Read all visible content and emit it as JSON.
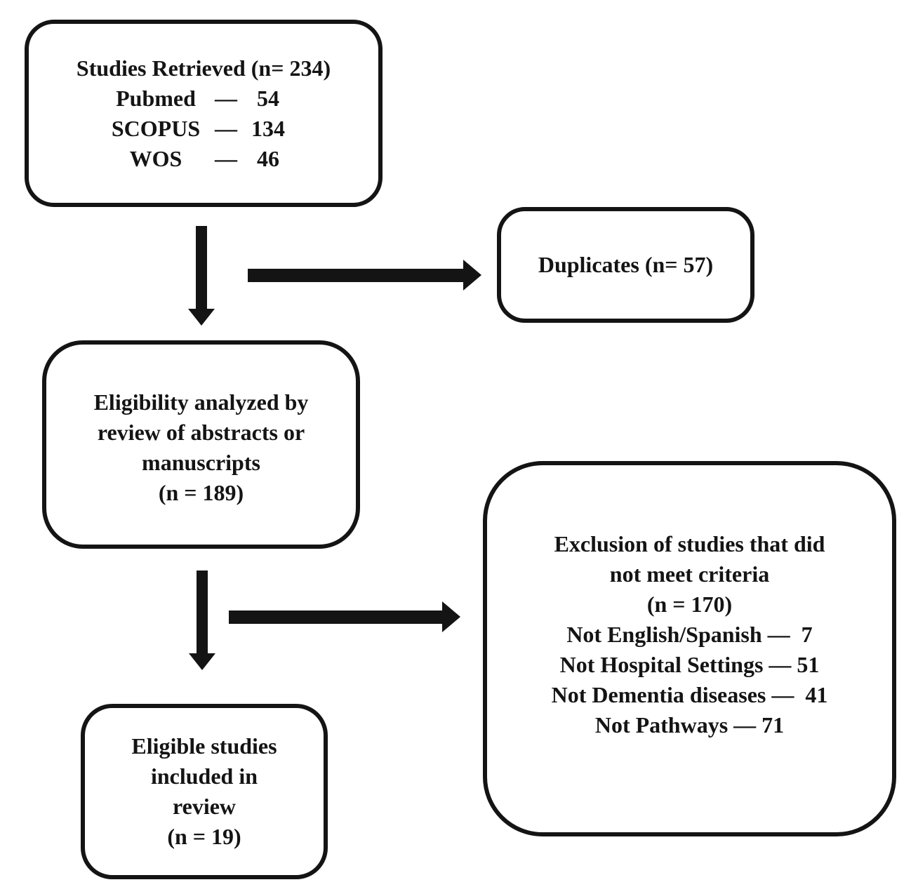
{
  "diagram": {
    "type": "flowchart",
    "colors": {
      "ink": "#141414",
      "background": "#ffffff"
    },
    "retrieved": {
      "title": "Studies Retrieved (n= 234)",
      "sources": [
        {
          "name": "Pubmed",
          "dash": "—",
          "count": "54"
        },
        {
          "name": "SCOPUS",
          "dash": "—",
          "count": "134"
        },
        {
          "name": "WOS",
          "dash": "—",
          "count": "46"
        }
      ]
    },
    "duplicates": {
      "label": "Duplicates (n= 57)"
    },
    "eligibility": {
      "lines": [
        "Eligibility analyzed by",
        "review of abstracts or",
        "manuscripts",
        "(n = 189)"
      ]
    },
    "exclusion": {
      "lines": [
        "Exclusion of studies that did",
        "not meet criteria",
        "(n = 170)",
        "Not English/Spanish —  7",
        "Not Hospital Settings — 51",
        "Not Dementia diseases —  41",
        "Not Pathways — 71"
      ]
    },
    "eligible": {
      "lines": [
        "Eligible studies",
        "included in",
        "review",
        "(n = 19)"
      ]
    }
  }
}
